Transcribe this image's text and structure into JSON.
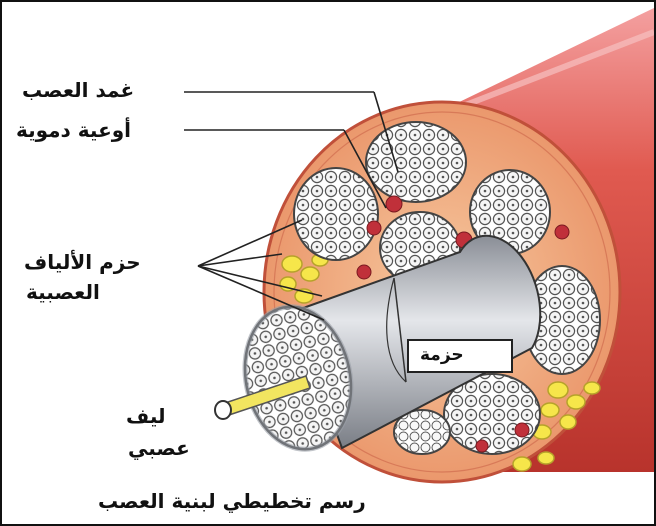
{
  "labels": {
    "nerve_sheath": "غمد العصب",
    "blood_vessels": "أوعية دموية",
    "fiber_bundles_line1": "حزم الألياف",
    "fiber_bundles_line2": "العصبية",
    "nerve_fiber_line1": "ليف",
    "nerve_fiber_line2": "عصبي",
    "fascicle": "حزمة"
  },
  "caption": "رسم تخطيطي لبنية العصب",
  "colors": {
    "sheath_red": "#d8463e",
    "sheath_inner": "#f0a070",
    "fat_yellow": "#f6e64a",
    "vessel_red": "#c0303a",
    "fascicle_grey": "#b8bcc2",
    "axon_core": "#f2e560"
  }
}
